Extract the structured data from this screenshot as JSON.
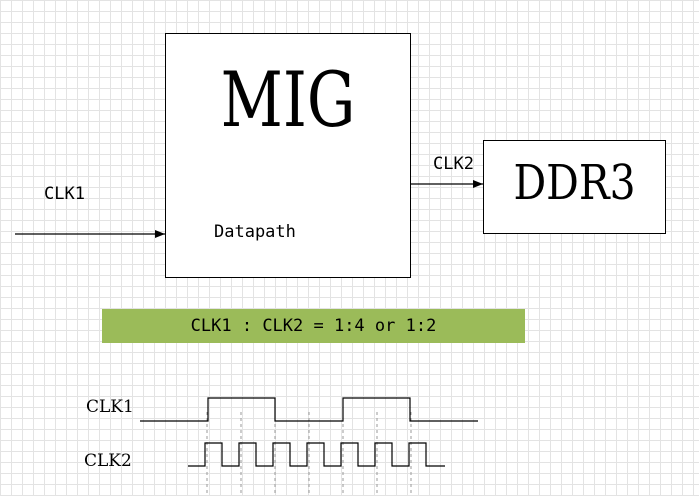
{
  "diagram": {
    "mig": {
      "title": "MIG",
      "sublabel": "Datapath"
    },
    "ddr3": {
      "title": "DDR3"
    },
    "input_signal": "CLK1",
    "output_signal": "CLK2",
    "ratio_note": "CLK1 : CLK2 = 1:4 or 1:2",
    "banner_color": "#9bbb59",
    "timing": {
      "clk1_label": "CLK1",
      "clk2_label": "CLK2",
      "clk1_pulses": 2,
      "clk2_pulses": 7
    }
  }
}
